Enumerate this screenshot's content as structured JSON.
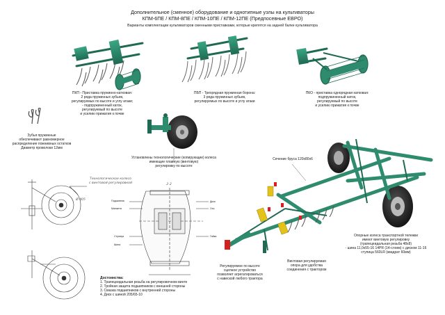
{
  "header": {
    "title_line1": "Дополнительное (сменное) оборудование и однотипные узлы на культиваторы",
    "title_line2": "КПМ-6ПЕ / КПМ-8ПЕ / КПМ-10ПЕ / КПМ-12ПЕ (Предпосевные ЕВРО)",
    "subtitle": "Варианты комплектации культиваторов сменными приставками, которые крепятся на задней балке культиватора"
  },
  "attachments": [
    {
      "lines": [
        "ПКП - Приставка пружинно-катковая:",
        "2 ряда пружинных зубьев,",
        "регулируемых по высоте и углу атаки;",
        "- подпружиненный каток,",
        "регулируемый по высоте",
        "и усилию прижатия к почве"
      ]
    },
    {
      "lines": [
        "ПБП - Трехрядная пружинная борона:",
        "3 ряда пружинных зубьев,",
        "регулируемых по высоте и углу атаки"
      ]
    },
    {
      "lines": [
        "ПКО - приставка однорядная катковая:",
        "подпружиненный каток,",
        "регулируемый по высоте",
        "и усилию прижатия к почве"
      ]
    }
  ],
  "teeth_note": [
    "Зубья пружинные",
    "обеспечивают равномерное",
    "распределение пожнивных остатков",
    "Диаметр проволоки 12мм"
  ],
  "wheel_note": [
    "Установлены технологические (копирующие) колеса",
    "имеющие плавную (винтовую)",
    "регулировку по высоте"
  ],
  "section_note": "Сечение бруса 120х80х6",
  "tech_wheel_label": [
    "Технологическое колесо",
    "с винтовой регулировкой"
  ],
  "section_mark": "2-2",
  "dimension_label": "Ø 405",
  "drawing_labels": [
    "Подшипник",
    "Манжета",
    "Ступица",
    "Шина",
    "Диск",
    "Ось",
    "Гайка"
  ],
  "advantages": {
    "title": "Достоинства:",
    "items": [
      "1. Трапецеидальная резьба на регулировочном винте",
      "2. Тройная защита подшипников с внешней стороны",
      "3. Смазка подшипников с внутренней стороны",
      "4. Диск с шиной 205/65-10"
    ]
  },
  "hitch_note": [
    "Регулируемое по высоте",
    "сцепное устройство",
    "позволяет агрегатироваться",
    "с навеской любого трактора"
  ],
  "support_note": [
    "Винтовая регулируемая",
    "опора для удобства",
    "соединения с трактором"
  ],
  "transport_note": [
    "Опорные колеса транспортной тележки",
    "имеют винтовую регулировку",
    "(трапецеидальная резьба 48х8)",
    "- шина 11,0х55-16 14PR (14-слоев) с диском 11-16",
    "ступица 560LR (квадрат 60мм)"
  ],
  "colors": {
    "frame": "#2e8b6e",
    "frame_dark": "#1f6a52",
    "tire": "#2a2a2a",
    "rim": "#c9c9c9",
    "accent_red": "#d62020",
    "accent_yellow": "#e3c21a"
  }
}
